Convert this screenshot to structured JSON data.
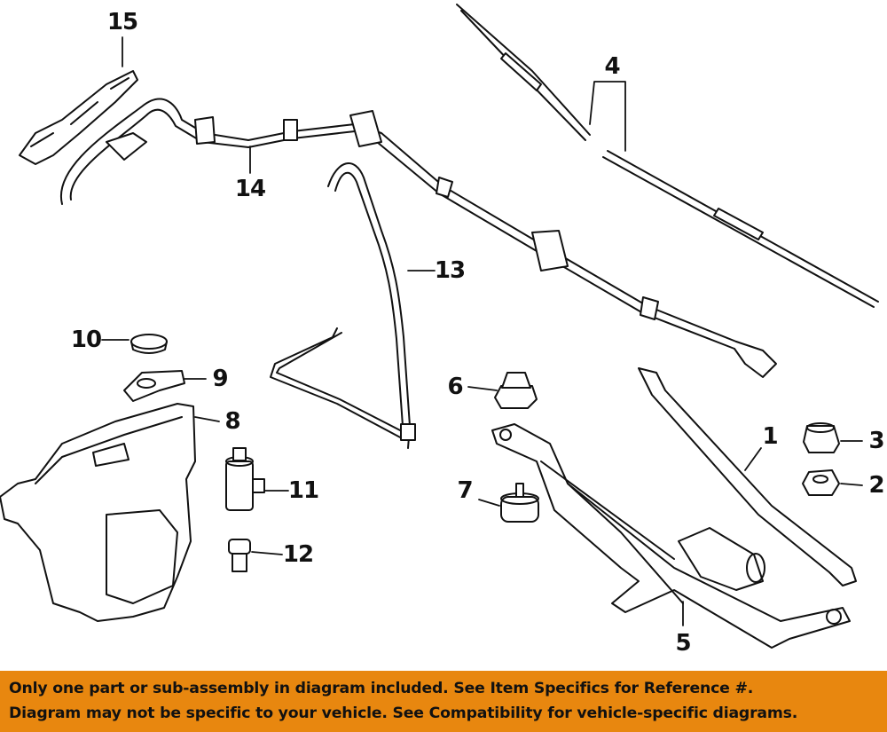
{
  "callouts": {
    "p1": "1",
    "p2": "2",
    "p3": "3",
    "p4": "4",
    "p5": "5",
    "p6": "6",
    "p7": "7",
    "p8": "8",
    "p9": "9",
    "p10": "10",
    "p11": "11",
    "p12": "12",
    "p13": "13",
    "p14": "14",
    "p15": "15"
  },
  "banner": {
    "line1": "Only one part or sub-assembly in diagram included. See Item Specifics for Reference #.",
    "line2": "Diagram may not be specific to your vehicle. See Compatibility for vehicle-specific diagrams."
  },
  "colors": {
    "banner": "#e8870f",
    "line": "#111111"
  }
}
